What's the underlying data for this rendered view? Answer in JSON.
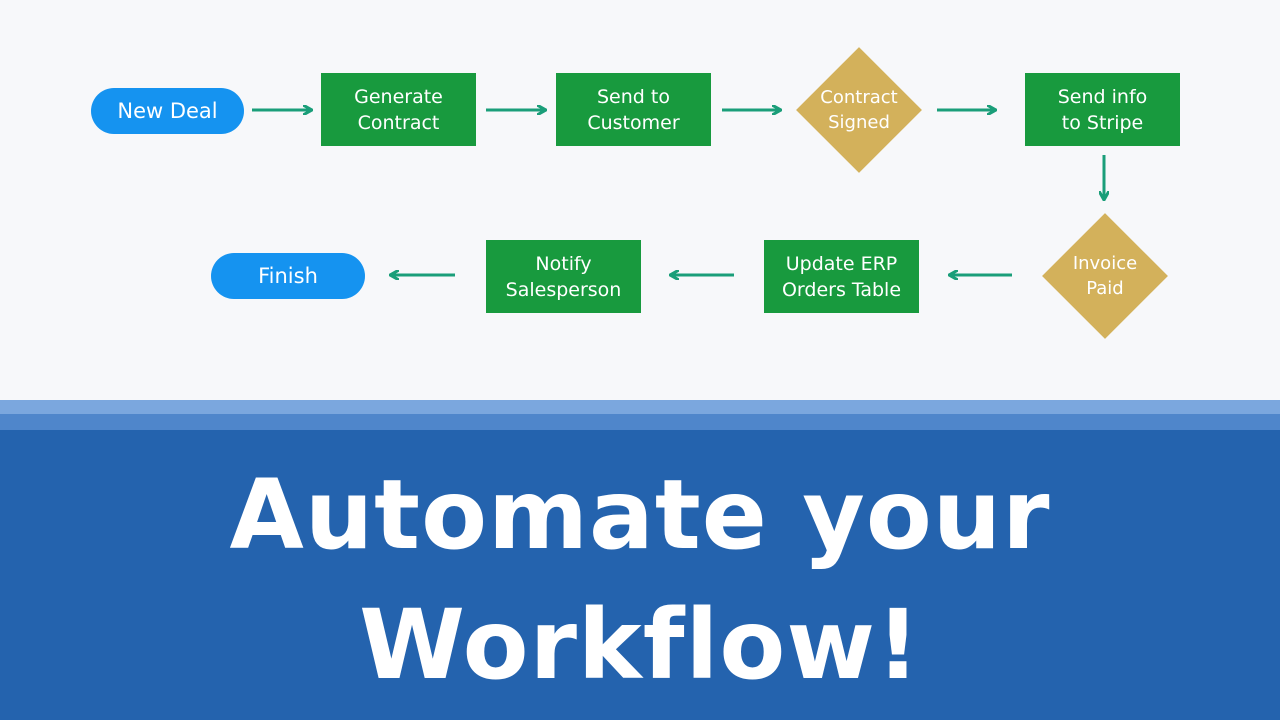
{
  "diagram": {
    "nodes": {
      "new_deal": "New Deal",
      "generate_contract": "Generate\nContract",
      "send_to_customer": "Send to\nCustomer",
      "contract_signed": "Contract\nSigned",
      "send_info_to_stripe": "Send info\nto Stripe",
      "invoice_paid": "Invoice\nPaid",
      "update_erp": "Update ERP\nOrders Table",
      "notify_salesperson": "Notify\nSalesperson",
      "finish": "Finish"
    },
    "edges": [
      [
        "new_deal",
        "generate_contract"
      ],
      [
        "generate_contract",
        "send_to_customer"
      ],
      [
        "send_to_customer",
        "contract_signed"
      ],
      [
        "contract_signed",
        "send_info_to_stripe"
      ],
      [
        "send_info_to_stripe",
        "invoice_paid"
      ],
      [
        "invoice_paid",
        "update_erp"
      ],
      [
        "update_erp",
        "notify_salesperson"
      ],
      [
        "notify_salesperson",
        "finish"
      ]
    ]
  },
  "banner": {
    "line1": "Automate your",
    "line2": "Workflow!"
  },
  "colors": {
    "terminal": "#1593f0",
    "process": "#189a3e",
    "decision": "#d3b15b",
    "arrow": "#1a9e79",
    "banner": "#2463ae",
    "stripe_light": "#7ba7de",
    "stripe_mid": "#4f86cb"
  }
}
